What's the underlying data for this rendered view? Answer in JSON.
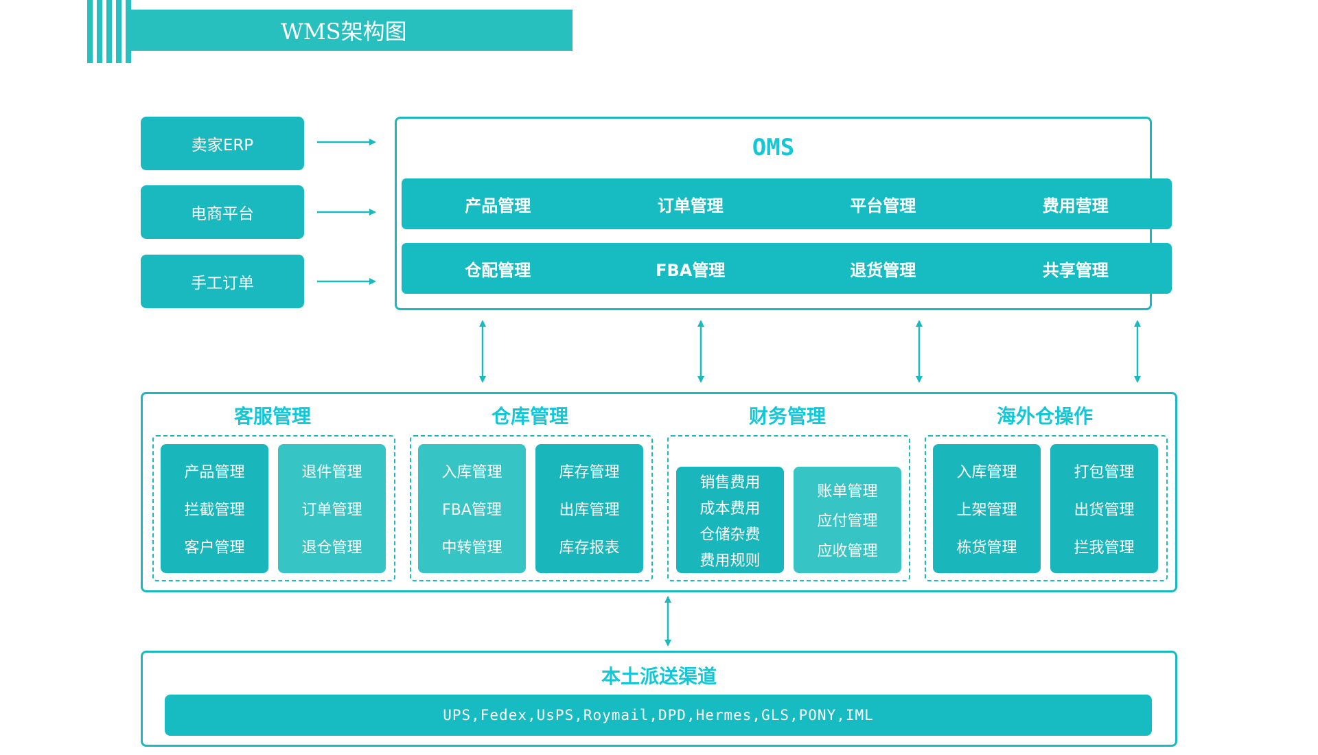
{
  "header": {
    "title": "WMS架构图"
  },
  "sources": [
    "卖家ERP",
    "电商平台",
    "手工订单"
  ],
  "oms": {
    "title": "OMS",
    "row1": [
      "产品管理",
      "订单管理",
      "平台管理",
      "费用营理"
    ],
    "row2": [
      "仓配管理",
      "FBA管理",
      "退货管理",
      "共享管理"
    ]
  },
  "wms": {
    "sections": [
      {
        "title": "客服管理",
        "cards": [
          [
            "产品管理",
            "拦截管理",
            "客户管理"
          ],
          [
            "退件管理",
            "订单管理",
            "退仓管理"
          ]
        ]
      },
      {
        "title": "仓库管理",
        "cards": [
          [
            "入库管理",
            "FBA管理",
            "中转管理"
          ],
          [
            "库存管理",
            "出库管理",
            "库存报表"
          ]
        ]
      },
      {
        "title": "财务管理",
        "cards": [
          [
            "销售费用",
            "成本费用",
            "仓储杂费",
            "费用规则"
          ],
          [
            "账单管理",
            "应付管理",
            "应收管理"
          ]
        ]
      },
      {
        "title": "海外仓操作",
        "cards": [
          [
            "入库管理",
            "上架管理",
            "栋货管理"
          ],
          [
            "打包管理",
            "出货管理",
            "拦我管理"
          ]
        ]
      }
    ]
  },
  "channel": {
    "title": "本土派送渠道",
    "carriers": "UPS,Fedex,UsPS,Roymail,DPD,Hermes,GLS,PONY,IML"
  },
  "colors": {
    "primary": "#1ab9bf",
    "title_cyan": "#13c7d7",
    "card_light": "#37c4c4"
  }
}
